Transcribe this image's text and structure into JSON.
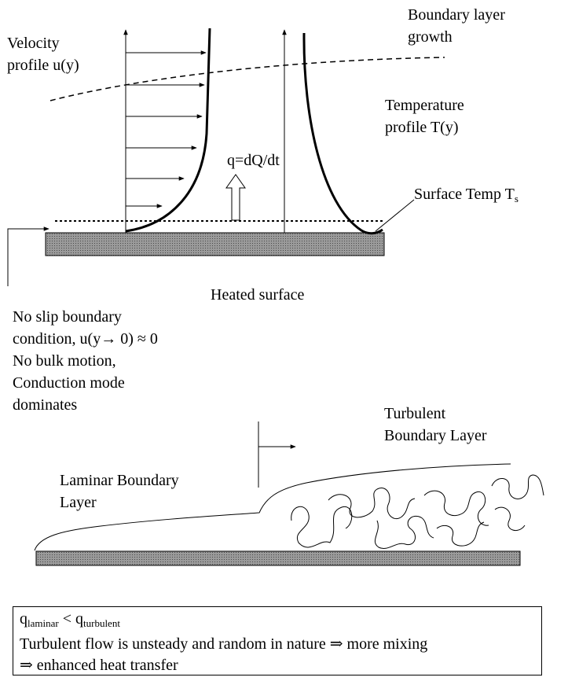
{
  "labels": {
    "velocity_profile": [
      "Velocity",
      "profile u(y)"
    ],
    "boundary_growth": [
      "Boundary layer",
      "growth"
    ],
    "temperature_profile": [
      "Temperature",
      "profile T(y)"
    ],
    "heat_flux": "q=dQ/dt",
    "surface_temp": "Surface Temp T",
    "surface_temp_sub": "s",
    "heated_surface": "Heated surface",
    "no_slip": [
      "No slip boundary",
      "condition, u(y→ 0) ≈ 0",
      "No bulk motion,",
      "Conduction mode",
      "dominates"
    ],
    "turbulent_bl": [
      "Turbulent",
      "Boundary Layer"
    ],
    "laminar_bl": [
      "Laminar Boundary",
      "Layer"
    ]
  },
  "summary": {
    "q_sym": "q",
    "laminar_sub": "laminar",
    "lt": " < ",
    "turbulent_sub": "turbulent",
    "line2": "Turbulent flow is unsteady and random in nature ⇒ more mixing",
    "line3": "⇒ enhanced heat transfer"
  },
  "colors": {
    "surface_fill": "#777777",
    "line": "#000000"
  }
}
